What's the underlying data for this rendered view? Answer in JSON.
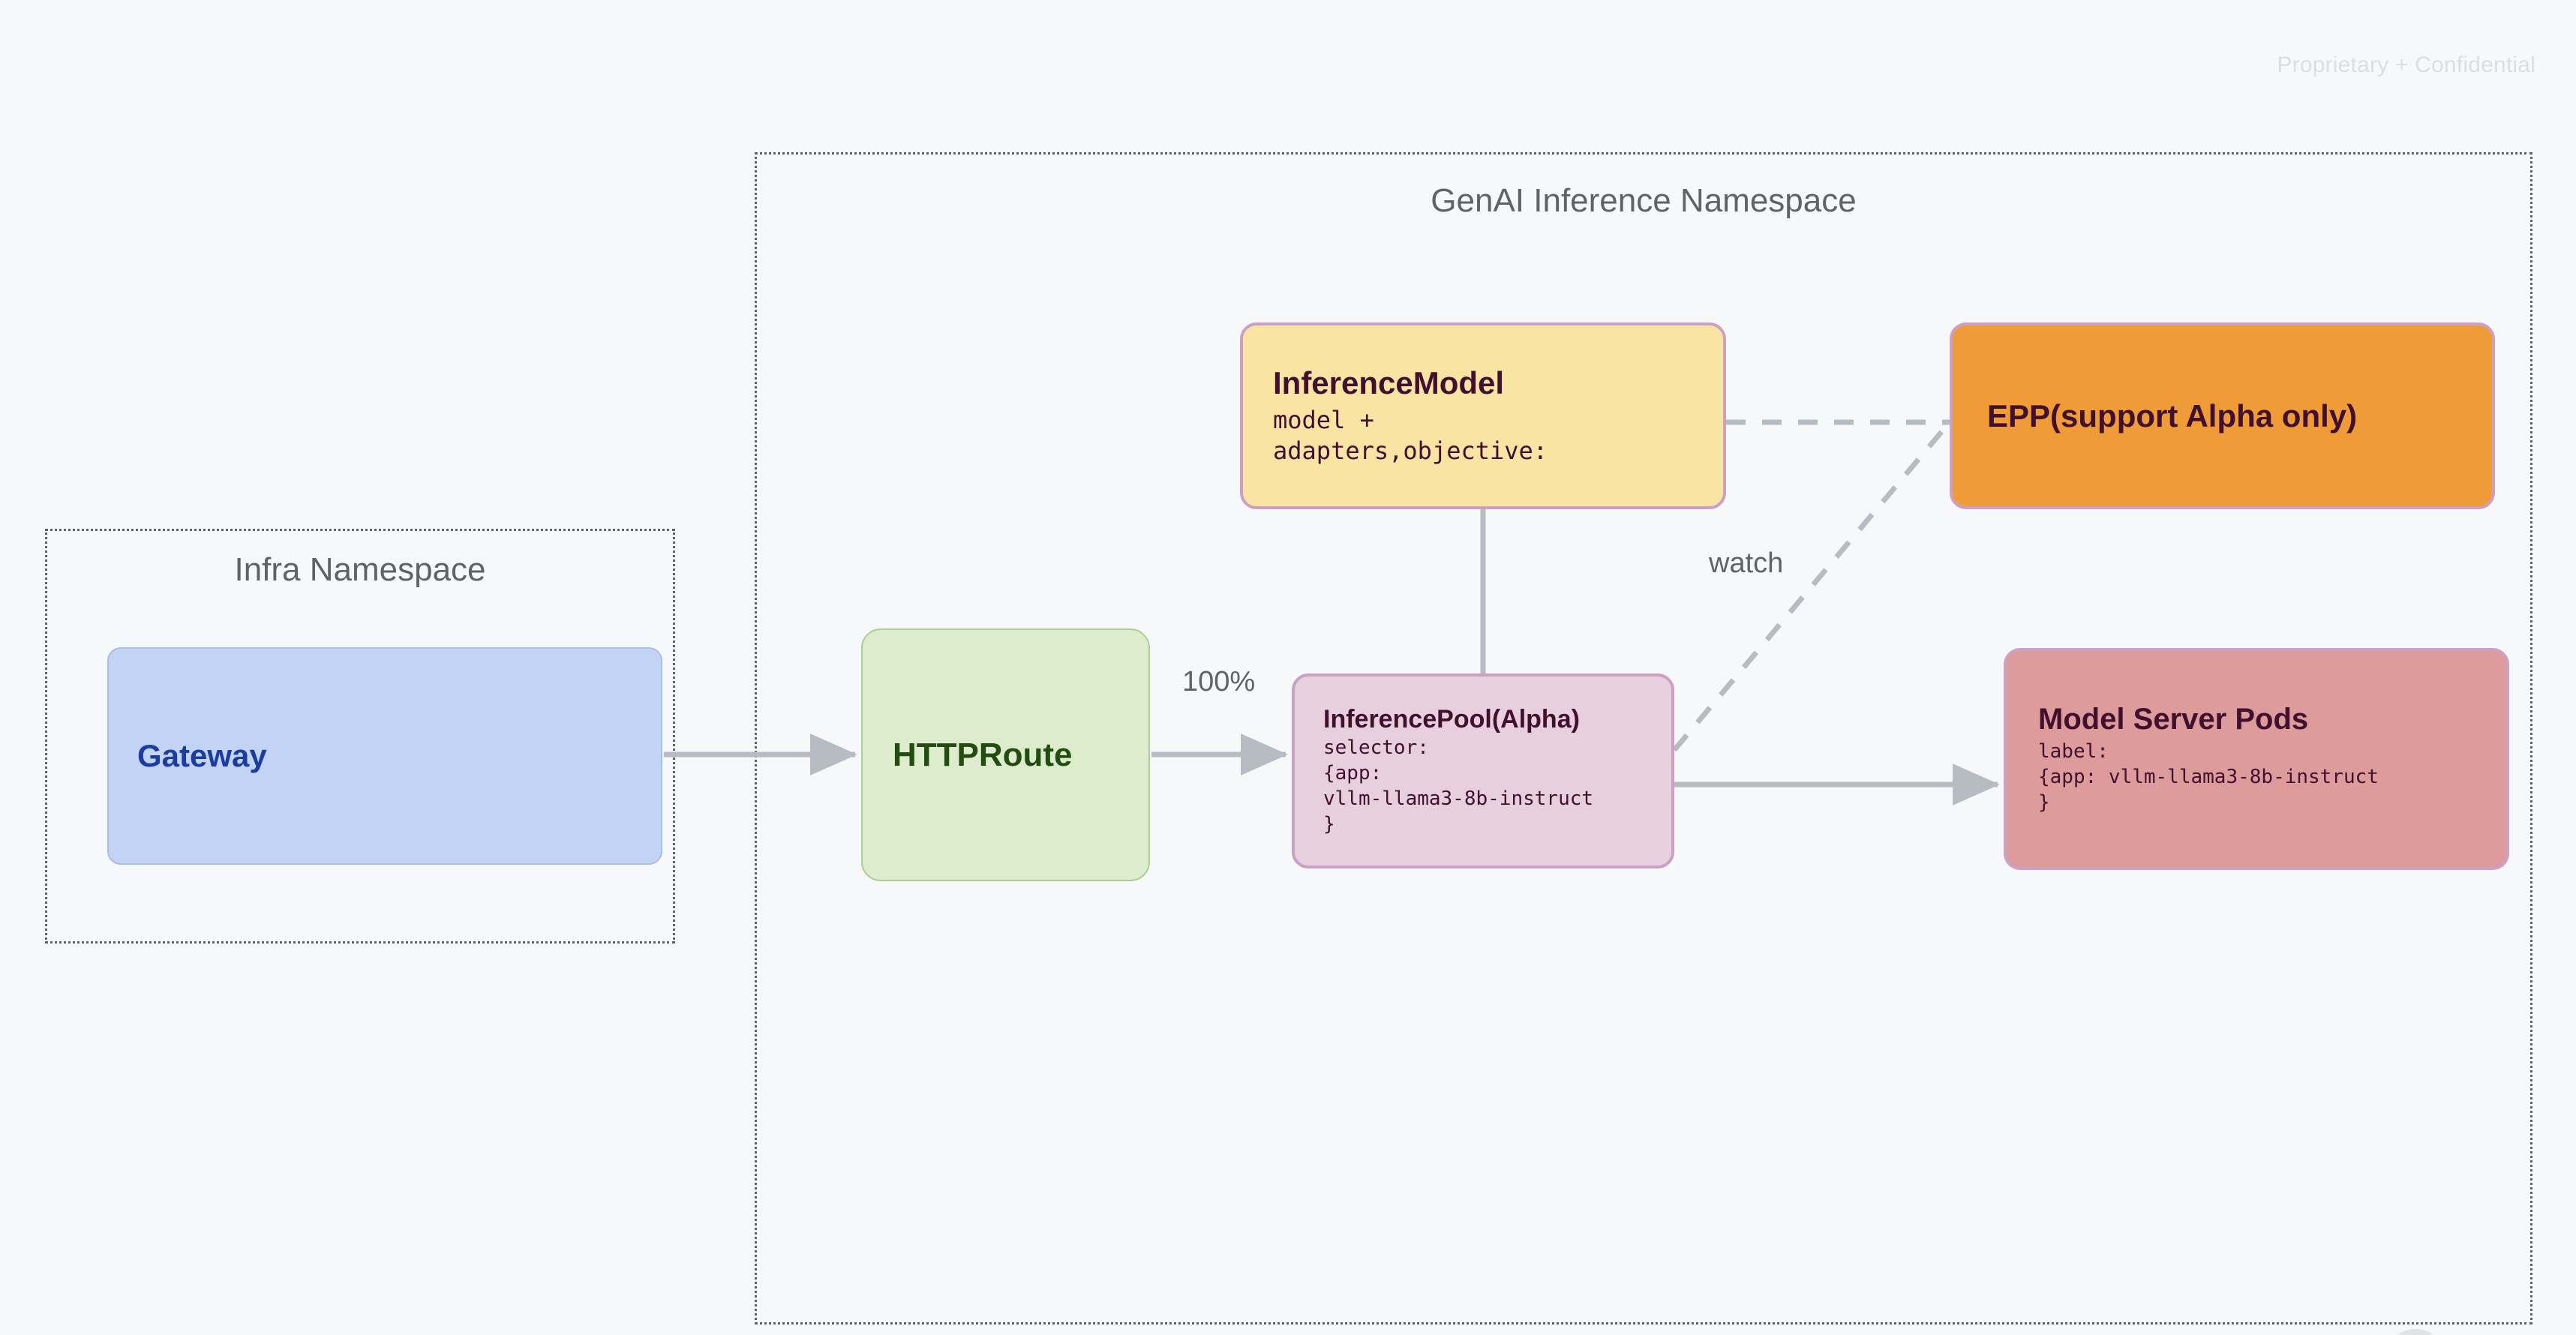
{
  "page": {
    "watermark": "Proprietary + Confidential",
    "background_color": "#f7f8fa"
  },
  "namespaces": [
    {
      "id": "infra",
      "title": "Infra Namespace",
      "border_style": "dotted",
      "border_color": "#5f6368"
    },
    {
      "id": "genai",
      "title": "GenAI Inference Namespace",
      "border_style": "dotted",
      "border_color": "#5f6368"
    }
  ],
  "nodes": {
    "gateway": {
      "title": "Gateway",
      "fill": "#c3d3f4",
      "stroke": "#a8bde8",
      "text_color": "#1a3d9e"
    },
    "httproute": {
      "title": "HTTPRoute",
      "fill": "#dceccd",
      "stroke": "#a8cf96",
      "text_color": "#234c11"
    },
    "inferencemodel": {
      "title": "InferenceModel",
      "sub": "model +\nadapters,objective:",
      "fill": "#fae4a3",
      "stroke": "#cc9fc4",
      "text_color": "#41102f"
    },
    "inferencepool": {
      "title": "InferencePool(Alpha)",
      "sub": "selector:\n{app:\nvllm-llama3-8b-instruct\n}",
      "fill": "#e7cfdd",
      "stroke": "#cc9fc4",
      "text_color": "#41102f"
    },
    "epp": {
      "title": "EPP(support Alpha only)",
      "fill": "#ef9c38",
      "stroke": "#cc9fc4",
      "text_color": "#41102f"
    },
    "modelserverpods": {
      "title": "Model Server Pods",
      "sub": "label:\n{app: vllm-llama3-8b-instruct\n}",
      "fill": "#dd9b9b",
      "stroke": "#cc9fc4",
      "text_color": "#41102f"
    }
  },
  "edges": {
    "gateway_to_httproute": {
      "label": "",
      "style": "solid",
      "arrow": true
    },
    "httproute_to_inferencepool": {
      "label": "100%",
      "style": "solid",
      "arrow": true
    },
    "inferencemodel_to_inferencepool": {
      "label": "",
      "style": "solid",
      "arrow": false
    },
    "inferencemodel_to_epp": {
      "label": "",
      "style": "dashed",
      "arrow": false
    },
    "inferencepool_to_epp": {
      "label": "watch",
      "style": "dashed",
      "arrow": false
    },
    "inferencepool_to_modelserverpods": {
      "label": "",
      "style": "solid",
      "arrow": true
    }
  },
  "colors": {
    "connector": "#b7bcc2",
    "namespace_border": "#5f6368",
    "muted_text": "#5f6368"
  }
}
